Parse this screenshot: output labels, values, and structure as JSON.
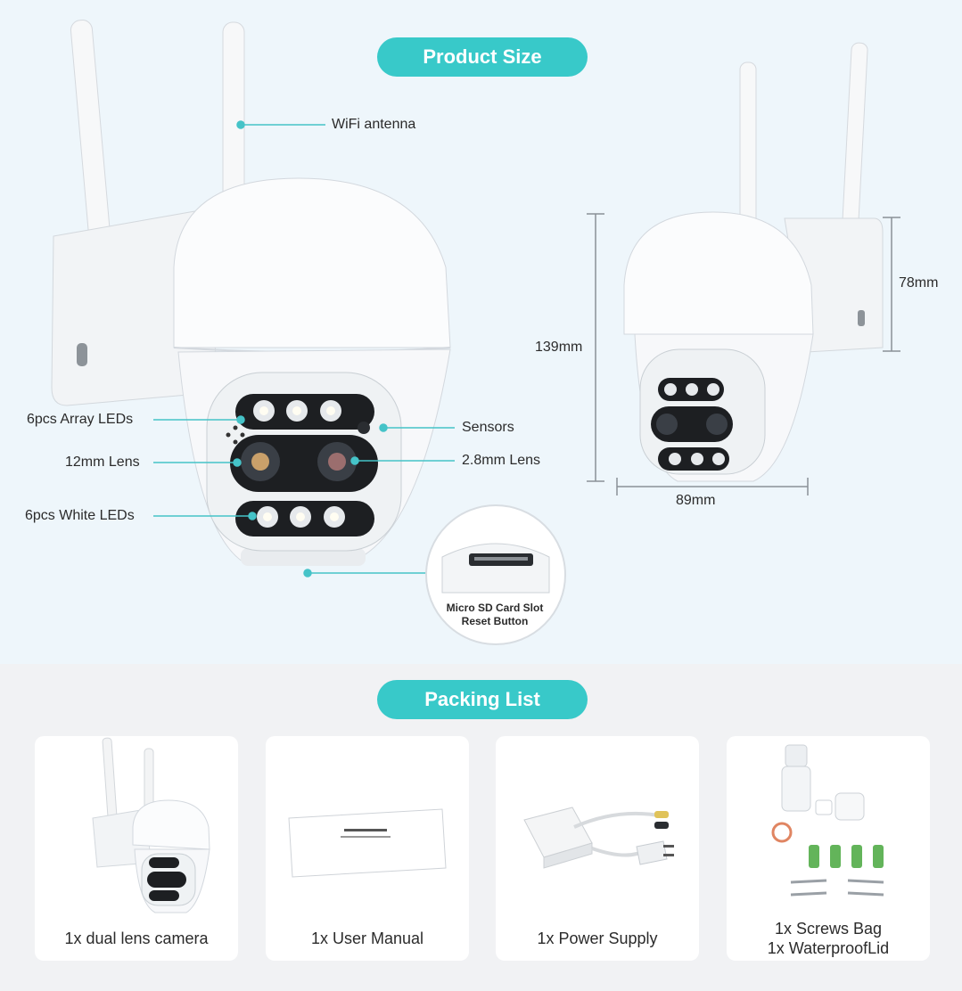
{
  "product_size": {
    "title": "Product Size",
    "callouts": {
      "wifi_antenna": "WiFi antenna",
      "array_leds": "6pcs Array LEDs",
      "lens_12mm": "12mm Lens",
      "white_leds": "6pcs White LEDs",
      "sensors": "Sensors",
      "lens_28mm": "2.8mm Lens",
      "sd_slot": "Micro SD Card Slot",
      "reset_button": "Reset Button"
    },
    "dimensions": {
      "height": "139mm",
      "head_height": "78mm",
      "width": "89mm"
    }
  },
  "packing_list": {
    "title": "Packing List",
    "items": [
      {
        "caption": "1x dual lens camera"
      },
      {
        "caption": "1x User Manual"
      },
      {
        "caption": "1x Power Supply"
      },
      {
        "caption_line1": "1x Screws Bag",
        "caption_line2": "1x WaterproofLid"
      }
    ]
  },
  "colors": {
    "accent": "#38c9c9",
    "top_bg": "#eef6fb",
    "bottom_bg": "#f1f2f4"
  }
}
